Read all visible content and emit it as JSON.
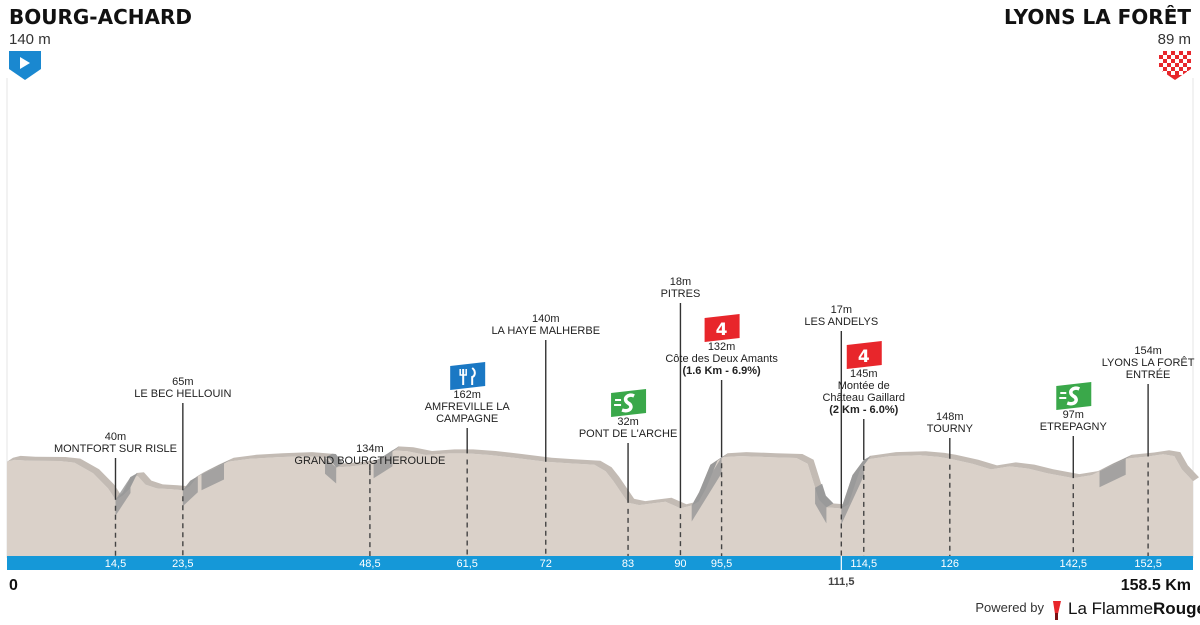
{
  "header": {
    "start": {
      "name": "BOURG-ACHARD",
      "alt": "140 m"
    },
    "finish": {
      "name": "LYONS LA FORÊT",
      "alt": "89 m"
    }
  },
  "footer": {
    "axis_start": "0",
    "axis_end": "158.5 Km",
    "powered_by": "Powered by",
    "brand_a": "La Flamme",
    "brand_b": "Rouge"
  },
  "colors": {
    "terrain": "#dad1c9",
    "steep": "#9a9a9a",
    "band": "#1598d8",
    "start_flag": "#1a88d0",
    "kom": "#e8262b",
    "sprint": "#3aa84a",
    "feed": "#1a78c4",
    "finish_flag": "#e8262b"
  },
  "icons": {
    "start": "start-play-icon",
    "finish": "finish-checkered-flag-icon",
    "kom": "kom-cat4-icon",
    "sprint": "sprint-icon",
    "feed": "feed-zone-fork-knife-icon",
    "brand": "flamme-rouge-logo-icon"
  },
  "chart_data": {
    "type": "area",
    "x_range": [
      0,
      158.5
    ],
    "x_unit": "km",
    "profile": [
      {
        "km": 0,
        "alt": 140
      },
      {
        "km": 1,
        "alt": 145
      },
      {
        "km": 3,
        "alt": 143
      },
      {
        "km": 7,
        "alt": 142
      },
      {
        "km": 9,
        "alt": 138
      },
      {
        "km": 11.5,
        "alt": 110
      },
      {
        "km": 13.5,
        "alt": 70
      },
      {
        "km": 14.5,
        "alt": 40
      },
      {
        "km": 15.5,
        "alt": 60
      },
      {
        "km": 16.5,
        "alt": 100
      },
      {
        "km": 17.5,
        "alt": 102
      },
      {
        "km": 18.5,
        "alt": 80
      },
      {
        "km": 20,
        "alt": 70
      },
      {
        "km": 22,
        "alt": 68
      },
      {
        "km": 23.5,
        "alt": 65
      },
      {
        "km": 24.5,
        "alt": 90
      },
      {
        "km": 25.5,
        "alt": 102
      },
      {
        "km": 27.5,
        "alt": 122
      },
      {
        "km": 29.5,
        "alt": 140
      },
      {
        "km": 32.5,
        "alt": 148
      },
      {
        "km": 36,
        "alt": 152
      },
      {
        "km": 40,
        "alt": 155
      },
      {
        "km": 43,
        "alt": 150
      },
      {
        "km": 44,
        "alt": 125
      },
      {
        "km": 46,
        "alt": 128
      },
      {
        "km": 48.5,
        "alt": 134
      },
      {
        "km": 50,
        "alt": 148
      },
      {
        "km": 51.5,
        "alt": 170
      },
      {
        "km": 53.5,
        "alt": 168
      },
      {
        "km": 56,
        "alt": 158
      },
      {
        "km": 59,
        "alt": 162
      },
      {
        "km": 61.5,
        "alt": 162
      },
      {
        "km": 64.5,
        "alt": 158
      },
      {
        "km": 68,
        "alt": 150
      },
      {
        "km": 72,
        "alt": 140
      },
      {
        "km": 75,
        "alt": 136
      },
      {
        "km": 78.5,
        "alt": 132
      },
      {
        "km": 80,
        "alt": 115
      },
      {
        "km": 81,
        "alt": 90
      },
      {
        "km": 83,
        "alt": 32
      },
      {
        "km": 84.5,
        "alt": 26
      },
      {
        "km": 86,
        "alt": 30
      },
      {
        "km": 88,
        "alt": 35
      },
      {
        "km": 90,
        "alt": 18
      },
      {
        "km": 91.5,
        "alt": 25
      },
      {
        "km": 92.5,
        "alt": 60
      },
      {
        "km": 94,
        "alt": 132
      },
      {
        "km": 95.5,
        "alt": 152
      },
      {
        "km": 98,
        "alt": 155
      },
      {
        "km": 102,
        "alt": 152
      },
      {
        "km": 105.5,
        "alt": 150
      },
      {
        "km": 107,
        "alt": 135
      },
      {
        "km": 108.5,
        "alt": 40
      },
      {
        "km": 109.5,
        "alt": 20
      },
      {
        "km": 111.5,
        "alt": 17
      },
      {
        "km": 113,
        "alt": 105
      },
      {
        "km": 114.5,
        "alt": 145
      },
      {
        "km": 118,
        "alt": 155
      },
      {
        "km": 122,
        "alt": 157
      },
      {
        "km": 124.5,
        "alt": 153
      },
      {
        "km": 126,
        "alt": 148
      },
      {
        "km": 129,
        "alt": 135
      },
      {
        "km": 131.5,
        "alt": 120
      },
      {
        "km": 134,
        "alt": 128
      },
      {
        "km": 136.5,
        "alt": 122
      },
      {
        "km": 139,
        "alt": 110
      },
      {
        "km": 142.5,
        "alt": 97
      },
      {
        "km": 145,
        "alt": 105
      },
      {
        "km": 147,
        "alt": 125
      },
      {
        "km": 149.5,
        "alt": 148
      },
      {
        "km": 152.5,
        "alt": 154
      },
      {
        "km": 154.5,
        "alt": 160
      },
      {
        "km": 156,
        "alt": 155
      },
      {
        "km": 157,
        "alt": 120
      },
      {
        "km": 158.5,
        "alt": 89
      }
    ],
    "steep_segments": [
      [
        14.5,
        16.5
      ],
      [
        23.5,
        25.5
      ],
      [
        26,
        29
      ],
      [
        42.5,
        44
      ],
      [
        49,
        51.5
      ],
      [
        91.5,
        95.5
      ],
      [
        108,
        109.5
      ],
      [
        111.5,
        114.5
      ],
      [
        146,
        149.5
      ]
    ],
    "waypoints": [
      {
        "km": 14.5,
        "km_label": "14,5",
        "alt": "40m",
        "name": [
          "MONTFORT SUR RISLE"
        ]
      },
      {
        "km": 23.5,
        "km_label": "23,5",
        "alt": "65m",
        "name": [
          "LE BEC HELLOUIN"
        ]
      },
      {
        "km": 48.5,
        "km_label": "48,5",
        "alt": "134m",
        "name": [
          "GRAND BOURGTHEROULDE"
        ]
      },
      {
        "km": 61.5,
        "km_label": "61,5",
        "alt": "162m",
        "name": [
          "AMFREVILLE LA",
          "CAMPAGNE"
        ],
        "marker": "feed"
      },
      {
        "km": 72,
        "km_label": "72",
        "alt": "140m",
        "name": [
          "LA HAYE MALHERBE"
        ]
      },
      {
        "km": 83,
        "km_label": "83",
        "alt": "32m",
        "name": [
          "PONT DE L'ARCHE"
        ],
        "marker": "sprint"
      },
      {
        "km": 90,
        "km_label": "90",
        "alt": "18m",
        "name": [
          "PITRES"
        ]
      },
      {
        "km": 95.5,
        "km_label": "95,5",
        "alt": "132m",
        "name": [
          "Côte des Deux Amants"
        ],
        "detail": "(1.6 Km - 6.9%)",
        "marker": "kom",
        "kom_label": "4"
      },
      {
        "km": 111.5,
        "km_label": "111,5",
        "alt": "17m",
        "name": [
          "LES ANDELYS"
        ],
        "km_below": true
      },
      {
        "km": 114.5,
        "km_label": "114,5",
        "alt": "145m",
        "name": [
          "Montée de",
          "Château Gaillard"
        ],
        "detail": "(2 Km - 6.0%)",
        "marker": "kom",
        "kom_label": "4"
      },
      {
        "km": 126,
        "km_label": "126",
        "alt": "148m",
        "name": [
          "TOURNY"
        ]
      },
      {
        "km": 142.5,
        "km_label": "142,5",
        "alt": "97m",
        "name": [
          "ETREPAGNY"
        ],
        "marker": "sprint"
      },
      {
        "km": 152.5,
        "km_label": "152,5",
        "alt": "154m",
        "name": [
          "LYONS LA FORÊT",
          "ENTRÉE"
        ]
      }
    ]
  }
}
